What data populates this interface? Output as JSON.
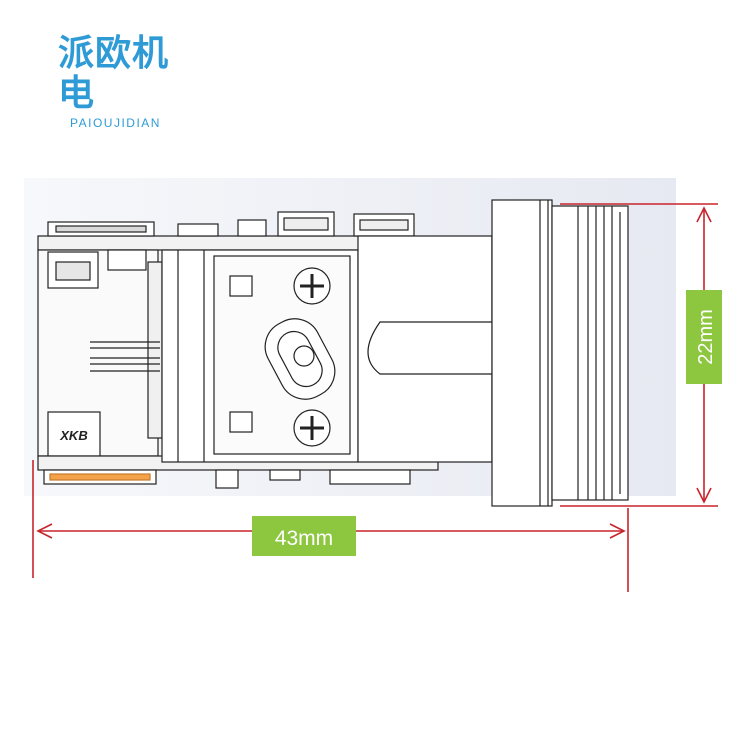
{
  "logo": {
    "chinese_text": "派欧机电",
    "english_text": "PAIOUJIDIAN",
    "color": "#2f9bd6"
  },
  "part_marking": "XKB",
  "dimensions": {
    "width_label": "43mm",
    "height_label": "22mm",
    "dimension_line_color": "#c8242b",
    "label_background": "#8dc63f"
  }
}
